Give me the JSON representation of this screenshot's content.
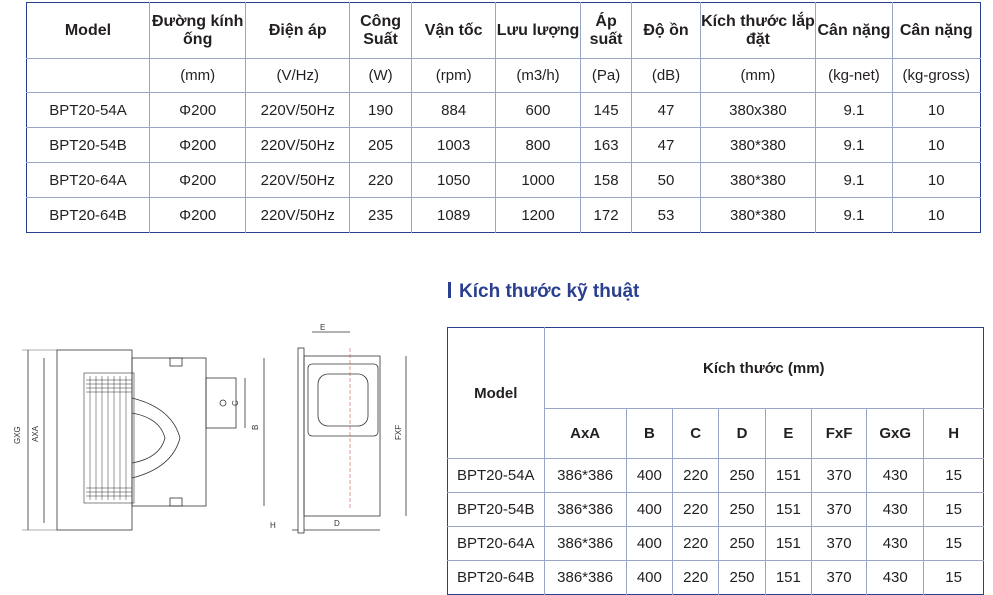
{
  "spec": {
    "headers": [
      "Model",
      "Đường kính ống",
      "Điện áp",
      "Công Suất",
      "Vận tốc",
      "Lưu lượng",
      "Áp suất",
      "Độ ồn",
      "Kích thước lắp đặt",
      "Cân nặng",
      "Cân nặng"
    ],
    "units": [
      "",
      "(mm)",
      "(V/Hz)",
      "(W)",
      "(rpm)",
      "(m3/h)",
      "(Pa)",
      "(dB)",
      "(mm)",
      "(kg-net)",
      "(kg-gross)"
    ],
    "rows": [
      [
        "BPT20-54A",
        "Φ200",
        "220V/50Hz",
        "190",
        "884",
        "600",
        "145",
        "47",
        "380x380",
        "9.1",
        "10"
      ],
      [
        "BPT20-54B",
        "Φ200",
        "220V/50Hz",
        "205",
        "1003",
        "800",
        "163",
        "47",
        "380*380",
        "9.1",
        "10"
      ],
      [
        "BPT20-64A",
        "Φ200",
        "220V/50Hz",
        "220",
        "1050",
        "1000",
        "158",
        "50",
        "380*380",
        "9.1",
        "10"
      ],
      [
        "BPT20-64B",
        "Φ200",
        "220V/50Hz",
        "235",
        "1089",
        "1200",
        "172",
        "53",
        "380*380",
        "9.1",
        "10"
      ]
    ]
  },
  "section_title": "Kích thước kỹ thuật",
  "dim": {
    "model_label": "Model",
    "group_label": "Kích thước (mm)",
    "cols": [
      "AxA",
      "B",
      "C",
      "D",
      "E",
      "FxF",
      "GxG",
      "H"
    ],
    "rows": [
      [
        "BPT20-54A",
        "386*386",
        "400",
        "220",
        "250",
        "151",
        "370",
        "430",
        "15"
      ],
      [
        "BPT20-54B",
        "386*386",
        "400",
        "220",
        "250",
        "151",
        "370",
        "430",
        "15"
      ],
      [
        "BPT20-64A",
        "386*386",
        "400",
        "220",
        "250",
        "151",
        "370",
        "430",
        "15"
      ],
      [
        "BPT20-64B",
        "386*386",
        "400",
        "220",
        "250",
        "151",
        "370",
        "430",
        "15"
      ]
    ]
  },
  "drawing": {
    "labels": [
      "GXG",
      "AXA",
      "C",
      "B",
      "E",
      "FXF",
      "H",
      "D"
    ]
  }
}
